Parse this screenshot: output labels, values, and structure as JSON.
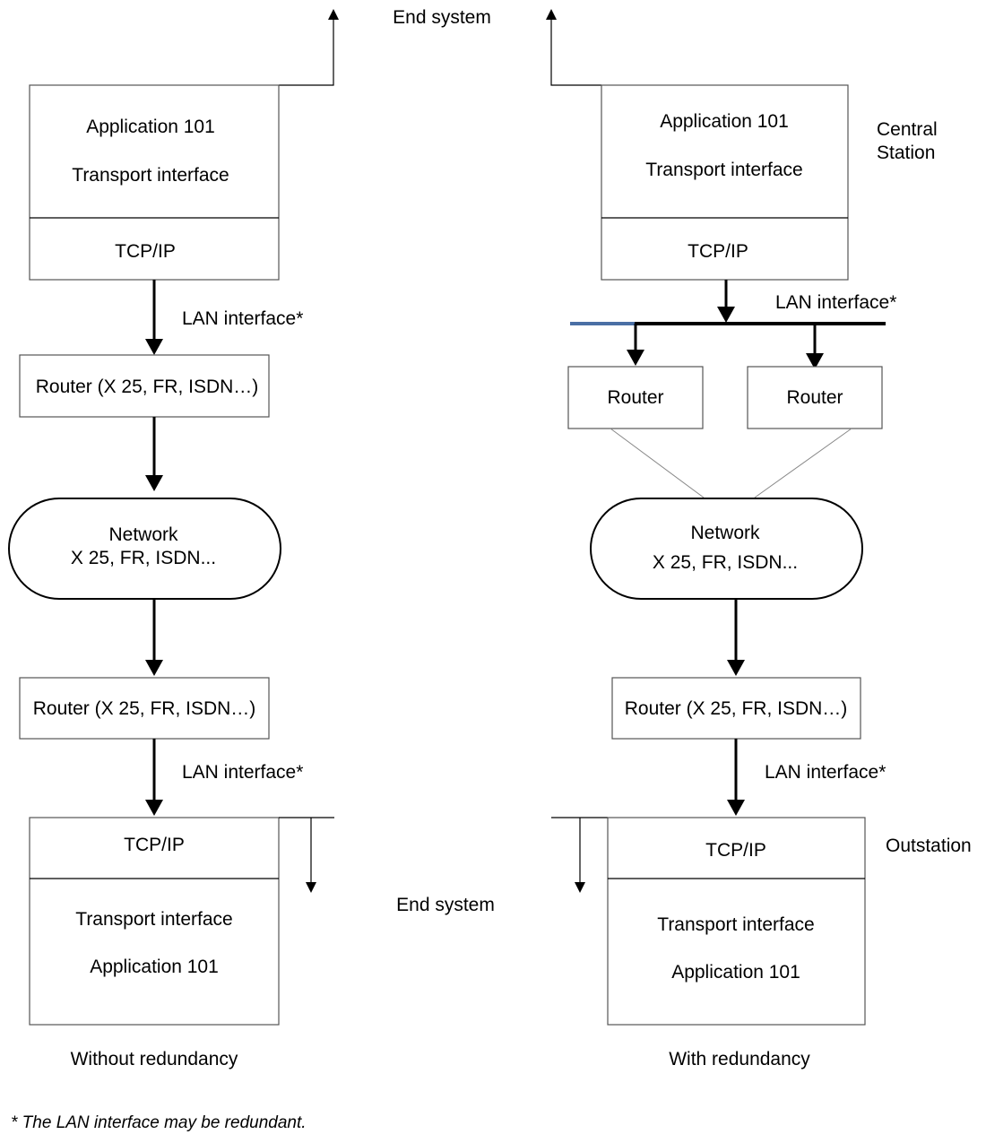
{
  "top_label": "End system",
  "bottom_label": "End system",
  "central_label": [
    "Central",
    "Station"
  ],
  "outstation_label": "Outstation",
  "left": {
    "app_line1": "Application 101",
    "app_line2": "Transport interface",
    "tcp_top": "TCP/IP",
    "lan_top": "LAN interface*",
    "router_top": "Router (X 25, FR, ISDN…)",
    "network_line1": "Network",
    "network_line2": "X 25, FR, ISDN...",
    "router_bottom": "Router (X 25, FR, ISDN…)",
    "lan_bottom": "LAN interface*",
    "tcp_bottom": "TCP/IP",
    "bottom_line1": "Transport interface",
    "bottom_line2": "Application 101",
    "caption": "Without redundancy"
  },
  "right": {
    "app_line1": "Application 101",
    "app_line2": "Transport interface",
    "tcp_top": "TCP/IP",
    "lan_top": "LAN interface*",
    "router_a": "Router",
    "router_b": "Router",
    "network_line1": "Network",
    "network_line2": "X 25, FR, ISDN...",
    "router_bottom": "Router (X 25, FR, ISDN…)",
    "lan_bottom": "LAN interface*",
    "tcp_bottom": "TCP/IP",
    "bottom_line1": "Transport interface",
    "bottom_line2": "Application 101",
    "caption": "With redundancy"
  },
  "footnote": "* The LAN interface may be redundant."
}
